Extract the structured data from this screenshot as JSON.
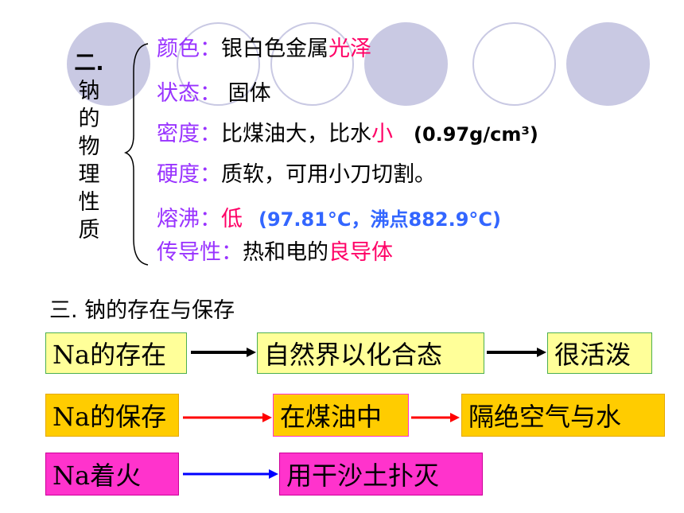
{
  "section2": {
    "title_chars": [
      "二.",
      "钠",
      "的",
      "物",
      "理",
      "性",
      "质"
    ],
    "color": {
      "label": "颜色：",
      "text": "银白色金属",
      "highlight": "光泽"
    },
    "state": {
      "label": "状态：",
      "text": " 固体"
    },
    "density": {
      "label": "密度：",
      "text": "比煤油大，比水",
      "highlight": "小",
      "value": "(0.97g/cm³)"
    },
    "hardness": {
      "label": "硬度：",
      "text": "质软，可用小刀切割。"
    },
    "melting": {
      "label": "熔沸：",
      "highlight": "低",
      "detail": "(97.81°C，沸点882.9°C)"
    },
    "conductivity": {
      "label": "传导性：",
      "text": "热和电的",
      "highlight": "良导体"
    }
  },
  "section3": {
    "heading": "三. 钠的存在与保存",
    "row1": {
      "a": "Na的存在",
      "b": "自然界以化合态",
      "c": "很活泼"
    },
    "row2": {
      "a": "Na的保存",
      "b": "在煤油中",
      "c": "隔绝空气与水"
    },
    "row3": {
      "a": "Na着火",
      "b": "用干沙土扑灭"
    }
  },
  "colors": {
    "circle": "#c9c9e3",
    "label_purple": "#9933ff",
    "highlight_red": "#ff0066",
    "detail_blue": "#3366ff",
    "arrow_black": "#000000",
    "arrow_red": "#ff0000",
    "arrow_blue": "#0000ff",
    "box_yellow": "#ffff99",
    "box_orange": "#ffcc00",
    "box_pink": "#ff33cc"
  }
}
